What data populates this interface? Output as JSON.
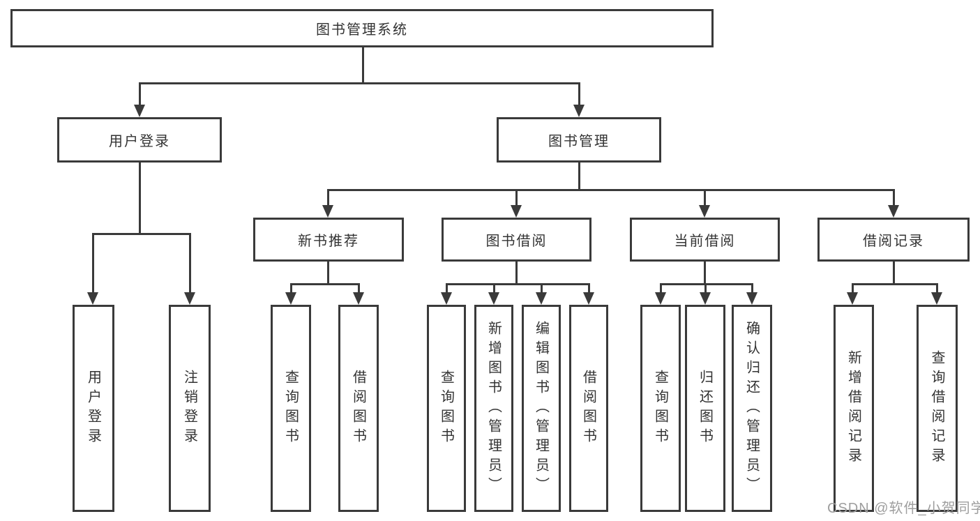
{
  "colors": {
    "line": "#3a3a3a",
    "text": "#333333",
    "watermark": "#9e9e9e",
    "background": "#ffffff"
  },
  "tree": {
    "root": {
      "label": "图书管理系统"
    },
    "branches": [
      {
        "label": "用户登录",
        "children": [
          {
            "label": "用户登录"
          },
          {
            "label": "注销登录"
          }
        ]
      },
      {
        "label": "图书管理",
        "sections": [
          {
            "label": "新书推荐",
            "children": [
              {
                "label": "查询图书"
              },
              {
                "label": "借阅图书"
              }
            ]
          },
          {
            "label": "图书借阅",
            "children": [
              {
                "label": "查询图书"
              },
              {
                "label": "新增图书（管理员）"
              },
              {
                "label": "编辑图书（管理员）"
              },
              {
                "label": "借阅图书"
              }
            ]
          },
          {
            "label": "当前借阅",
            "children": [
              {
                "label": "查询图书"
              },
              {
                "label": "归还图书"
              },
              {
                "label": "确认归还（管理员）"
              }
            ]
          },
          {
            "label": "借阅记录",
            "children": [
              {
                "label": "新增借阅记录"
              },
              {
                "label": "查询借阅记录"
              }
            ]
          }
        ]
      }
    ]
  },
  "watermark": {
    "text": "CSDN @软件_小贺同学"
  }
}
